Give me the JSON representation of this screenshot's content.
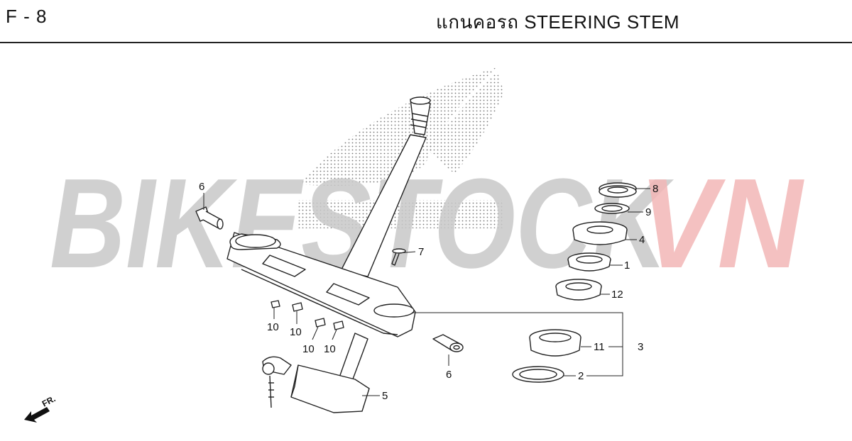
{
  "header": {
    "code": "F - 8",
    "title": "แกนคอรถ  STEERING STEM"
  },
  "watermark": {
    "left": "BIKESTOCK",
    "right": "VN",
    "left_color": "#c8c8c8",
    "right_color": "#f2b6b6"
  },
  "callouts": {
    "c1": "1",
    "c2": "2",
    "c3": "3",
    "c4": "4",
    "c5": "5",
    "c6a": "6",
    "c6b": "6",
    "c7": "7",
    "c8": "8",
    "c9": "9",
    "c10a": "10",
    "c10b": "10",
    "c10c": "10",
    "c10d": "10",
    "c11": "11",
    "c12": "12"
  },
  "direction_label": "FR."
}
